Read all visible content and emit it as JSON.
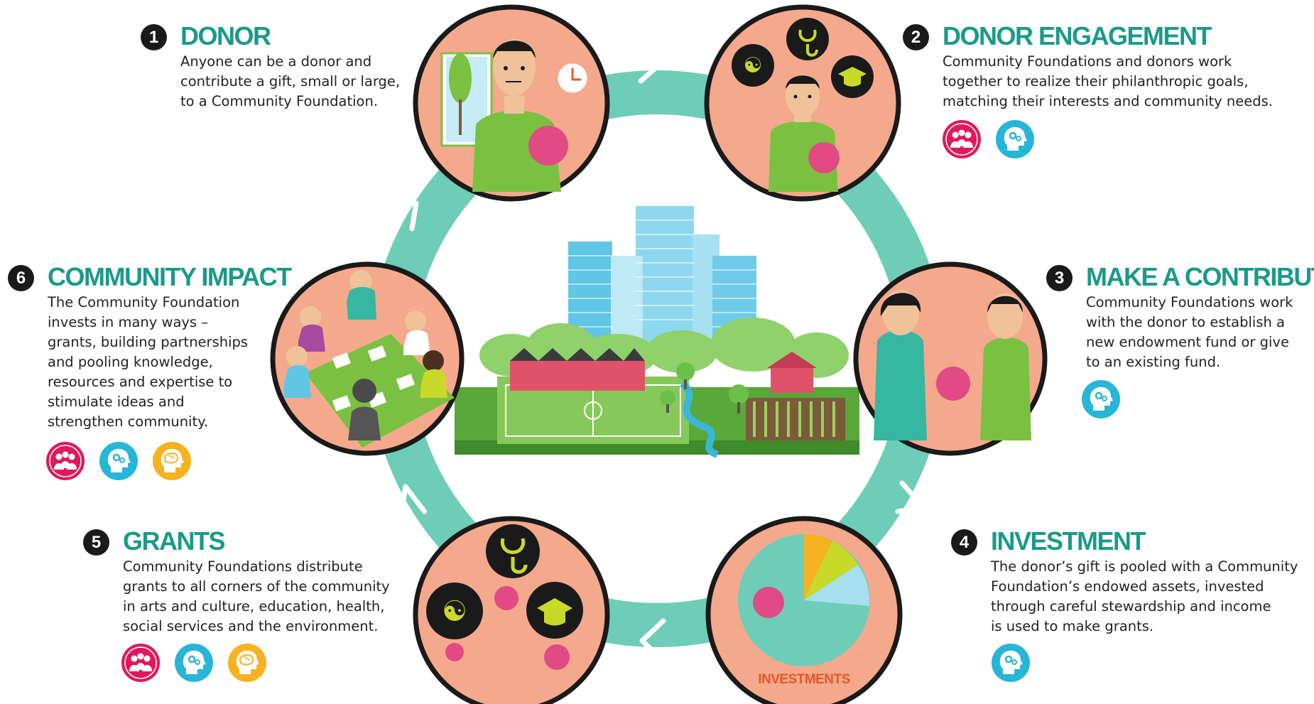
{
  "steps": [
    {
      "number": "1",
      "title": "DONOR",
      "lines": [
        "Anyone can be a donor and",
        "contribute a gift, small or large,",
        "to a Community Foundation."
      ],
      "icons": []
    },
    {
      "number": "2",
      "title": "DONOR ENGAGEMENT",
      "lines": [
        "Community Foundations and donors work",
        "together to realize their philanthropic goals,",
        "matching their interests and community needs."
      ],
      "icons": [
        "people-icon",
        "head-gears-icon"
      ]
    },
    {
      "number": "3",
      "title": "MAKE A CONTRIBUTION",
      "lines": [
        "Community Foundations work",
        "with the donor to establish a",
        "new endowment fund or give",
        "to an existing fund."
      ],
      "icons": [
        "head-gears-icon"
      ]
    },
    {
      "number": "4",
      "title": "INVESTMENT",
      "lines": [
        "The donor’s gift is pooled with a Community",
        "Foundation’s endowed assets, invested",
        "through careful stewardship and income",
        "is used to make grants."
      ],
      "icons": [
        "head-gears-icon"
      ]
    },
    {
      "number": "5",
      "title": "GRANTS",
      "lines": [
        "Community Foundations distribute",
        "grants to all corners of the community",
        "in arts and culture, education, health,",
        "social services and the environment."
      ],
      "icons": [
        "people-icon",
        "head-gears-icon",
        "brain-head-icon"
      ]
    },
    {
      "number": "6",
      "title": "COMMUNITY IMPACT",
      "lines": [
        "The Community Foundation",
        "invests in many ways –",
        "grants, building partnerships",
        "and pooling knowledge,",
        "resources and expertise to",
        "stimulate ideas and",
        "strengthen community."
      ],
      "icons": [
        "people-icon",
        "head-gears-icon",
        "brain-head-icon"
      ]
    }
  ],
  "investment_pie_label": "INVESTMENTS",
  "colors": {
    "ring": "#6ecdb8",
    "title": "#1a9a8a",
    "circle_fill": "#f4a98c",
    "people_icon": "#e0185e",
    "gears_icon": "#27b5d8",
    "brain_icon": "#f6b21f",
    "shirt": "#7ac142",
    "ball": "#e14a82",
    "pie_label": "#e8562a"
  }
}
